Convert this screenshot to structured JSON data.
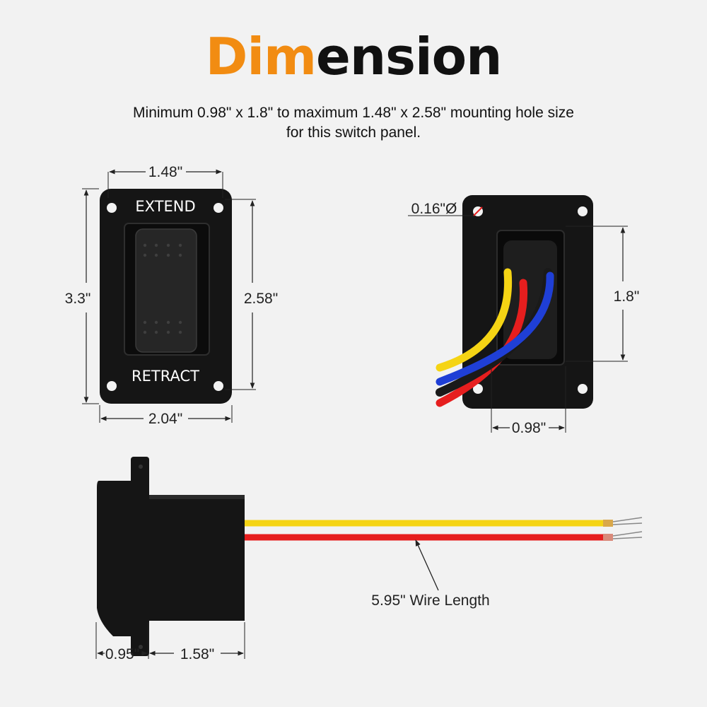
{
  "title": {
    "part1": "Dim",
    "part2": "ension"
  },
  "subtitle": {
    "line1": "Minimum 0.98\" x 1.8\" to maximum 1.48\" x 2.58\" mounting hole size",
    "line2": "for this switch panel."
  },
  "front_view": {
    "label_top": "EXTEND",
    "label_bottom": "RETRACT",
    "dim_top": "1.48\"",
    "dim_left": "3.3\"",
    "dim_right": "2.58\"",
    "dim_bottom": "2.04\""
  },
  "back_view": {
    "dim_hole": "0.16\"Ø",
    "dim_height": "1.8\"",
    "dim_width": "0.98\""
  },
  "side_view": {
    "wire_label": "5.95\" Wire Length",
    "dim_depth": "0.95\"",
    "dim_body": "1.58\""
  },
  "colors": {
    "accent": "#f28c12",
    "panel": "#151515",
    "wire_yellow": "#f5d414",
    "wire_red": "#e61e1e",
    "wire_blue": "#1f3fd6",
    "wire_black": "#1a1a1a"
  }
}
